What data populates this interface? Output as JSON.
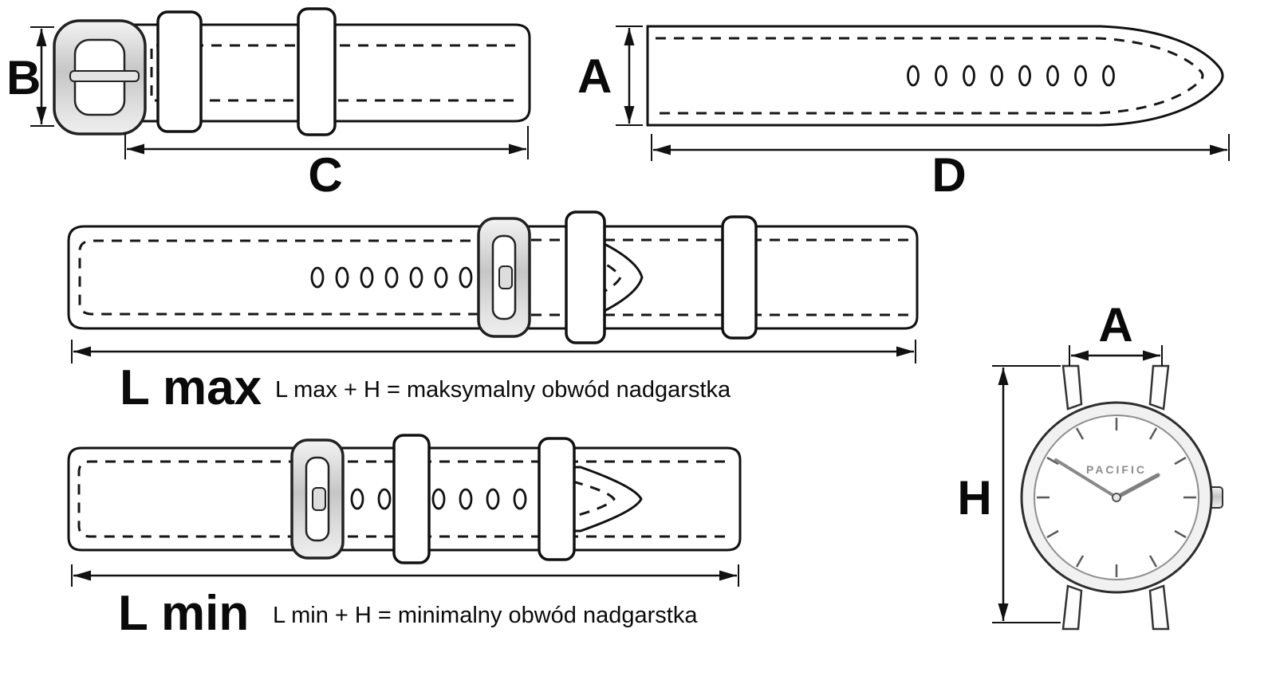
{
  "page": {
    "background": "#ffffff",
    "ink": "#111111",
    "metal": "#c9c9c9"
  },
  "dimensions": {
    "strap_width_a": "A",
    "buckle_width_b": "B",
    "buckle_side_length_c": "C",
    "tail_side_length_d": "D"
  },
  "l_max": {
    "label": "L max",
    "note": "L max + H  = maksymalny obwód nadgarstka"
  },
  "l_min": {
    "label": "L min",
    "note": "L min + H  = minimalny obwód nadgarstka"
  },
  "watch": {
    "brand": "PACIFIC",
    "lug_width_label": "A",
    "case_height_label": "H"
  }
}
